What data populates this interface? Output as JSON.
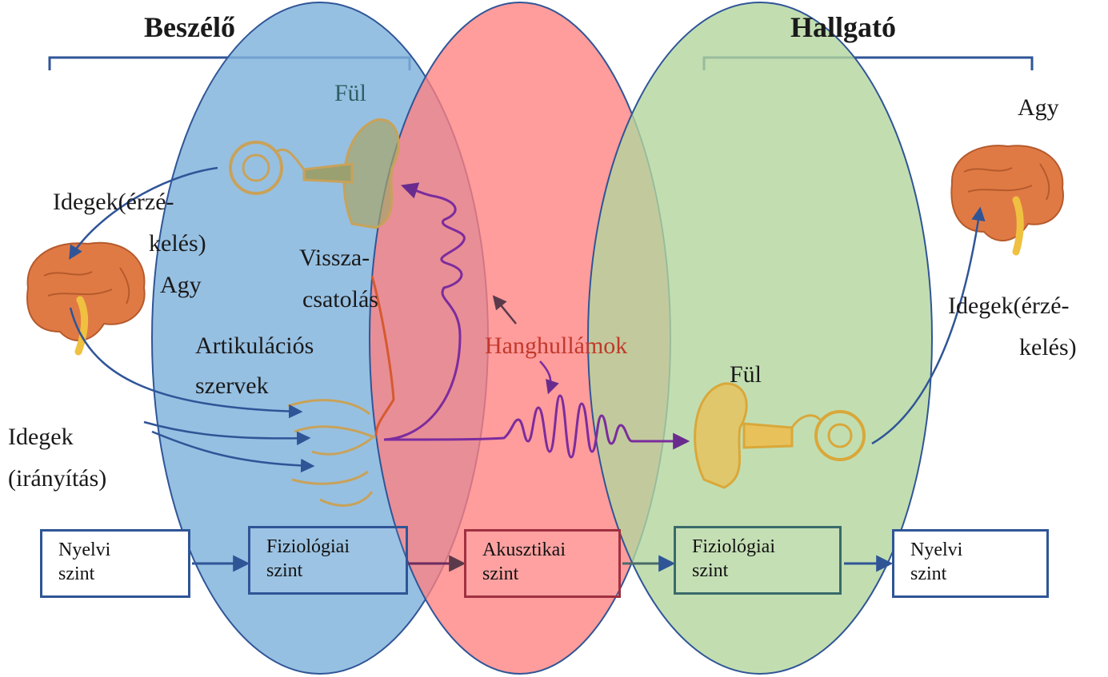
{
  "titles": {
    "speaker": "Beszélő",
    "listener": "Hallgató"
  },
  "labels": {
    "ear_top": "Fül",
    "nerves_feel_left_1": "Idegek(érzé-",
    "nerves_feel_left_2": "kelés)",
    "brain_left": "Agy",
    "feedback_1": "Vissza-",
    "feedback_2": "csatolás",
    "articulators_1": "Artikulációs",
    "articulators_2": "szervek",
    "nerves_control_1": "Idegek",
    "nerves_control_2": "(irányítás)",
    "sound_waves": "Hanghullámok",
    "ear_right": "Fül",
    "brain_right": "Agy",
    "nerves_feel_right_1": "Idegek(érzé-",
    "nerves_feel_right_2": "kelés)"
  },
  "levels": [
    {
      "line1": "Nyelvi",
      "line2": "szint"
    },
    {
      "line1": "Fiziológiai",
      "line2": "szint"
    },
    {
      "line1": "Akusztikai",
      "line2": "szint"
    },
    {
      "line1": "Fiziológiai",
      "line2": "szint"
    },
    {
      "line1": "Nyelvi",
      "line2": "szint"
    }
  ],
  "colors": {
    "speaker_zone": "#7fb2dc",
    "acoustic_zone": "#ff8080",
    "listener_zone": "#b3d69e",
    "outline": "#2f5597",
    "brain": "#e07a45",
    "ear": "#e8c15a",
    "wave": "#7b2c9e",
    "arrow": "#2f5597"
  }
}
